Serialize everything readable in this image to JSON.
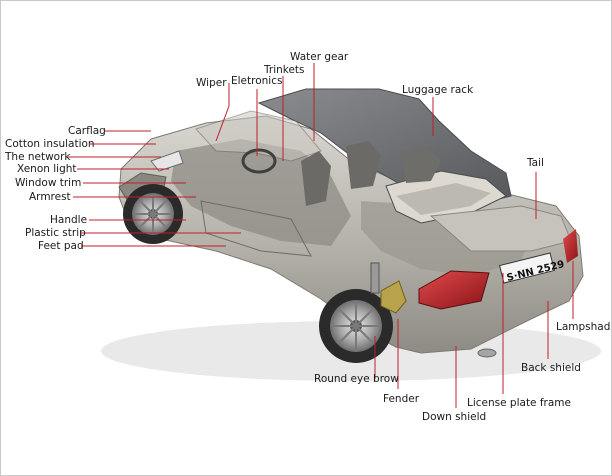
{
  "diagram": {
    "labels": {
      "water_gear": "Water gear",
      "trinkets": "Trinkets",
      "wiper": "Wiper",
      "eletronics": "Eletronics",
      "luggage_rack": "Luggage rack",
      "carflag": "Carflag",
      "cotton_insulation": "Cotton insulation",
      "the_network": "The network",
      "xenon_light": "Xenon light",
      "window_trim": "Window trim",
      "armrest": "Armrest",
      "handle": "Handle",
      "plastic_strip": "Plastic strip",
      "feet_pad": "Feet pad",
      "tail": "Tail",
      "lampshade": "Lampshade",
      "back_shield": "Back shield",
      "license_plate_frame": "License plate frame",
      "down_shield": "Down shield",
      "fender": "Fender",
      "round_eye_brow": "Round eye brow"
    },
    "plate_text": "S·NN 2529",
    "colors": {
      "leader": "#c0202a",
      "body": "#b9b6ae",
      "roof": "#6a6c70",
      "tail_light": "#b32028"
    }
  }
}
